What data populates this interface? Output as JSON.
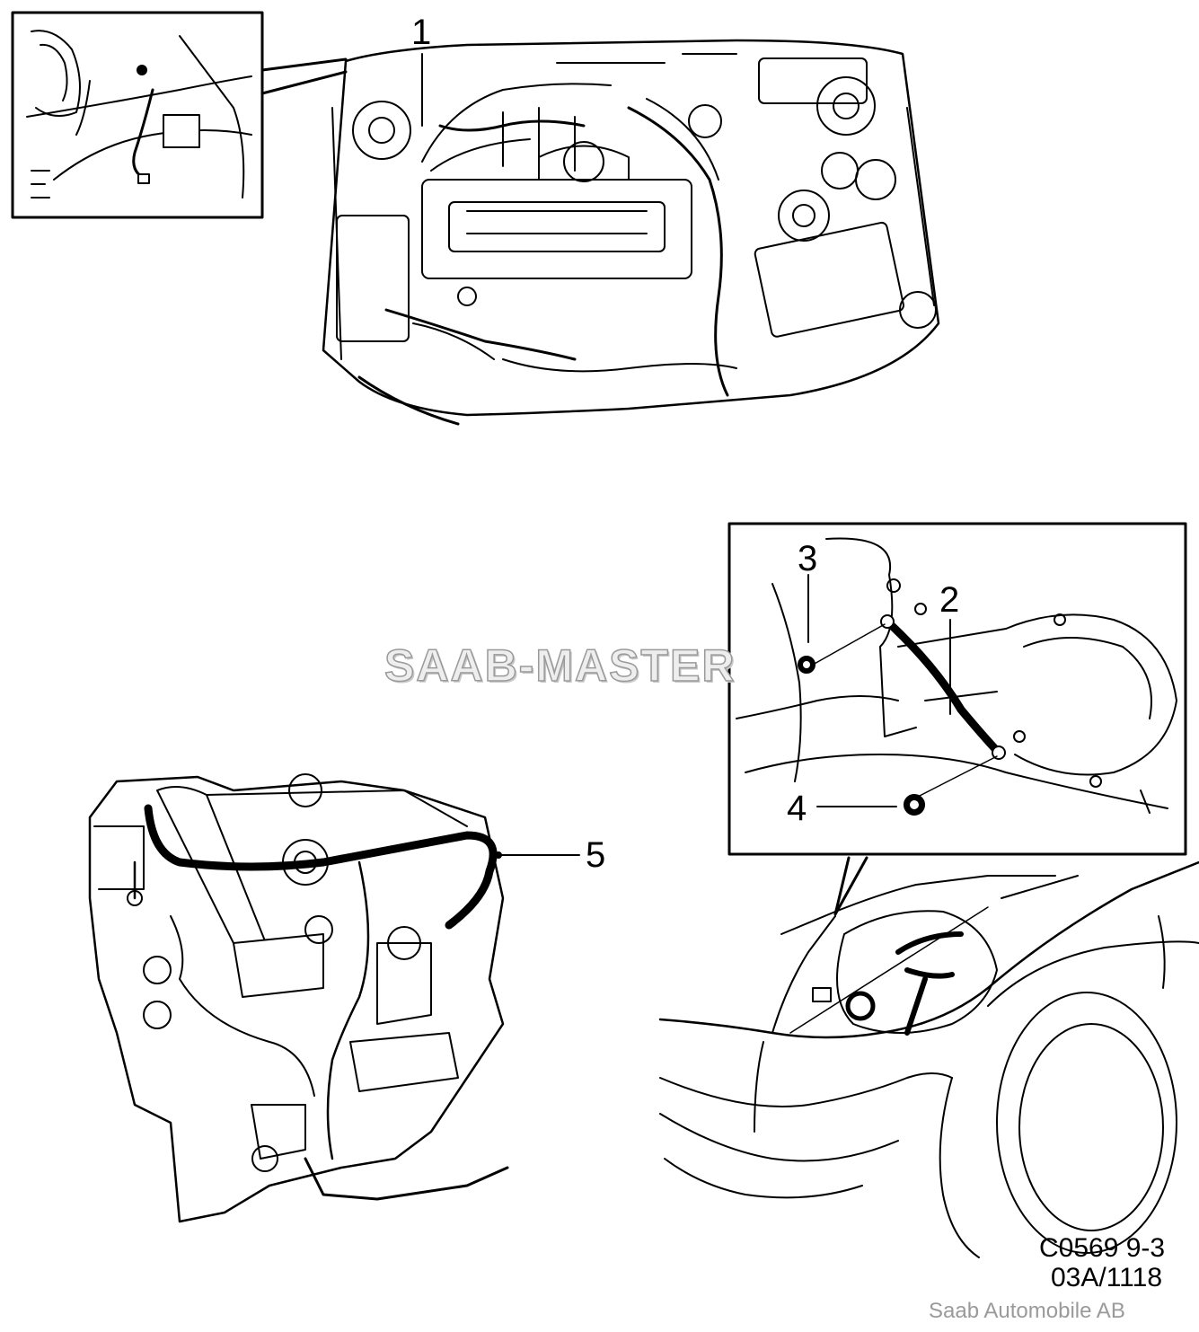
{
  "callouts": {
    "c1": "1",
    "c2": "2",
    "c3": "3",
    "c4": "4",
    "c5": "5"
  },
  "watermark": "SAAB-MASTER",
  "reference": {
    "code": "C0569 9-3",
    "sheet": "03A/1118"
  },
  "footer": "Saab Automobile AB"
}
